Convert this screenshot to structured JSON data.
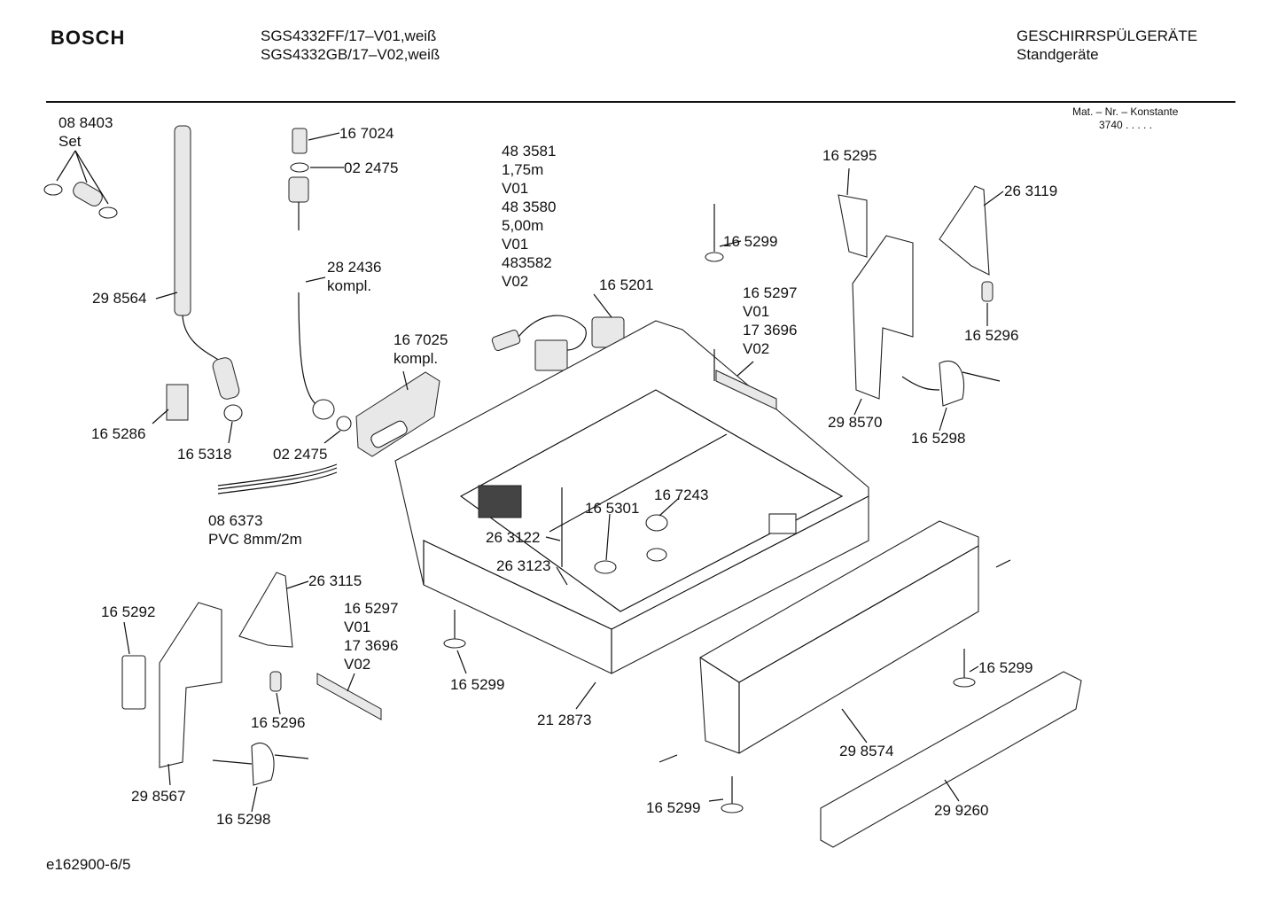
{
  "header": {
    "brand": "BOSCH",
    "model_lines": [
      "SGS4332FF/17–V01,weiß",
      "SGS4332GB/17–V02,weiß"
    ],
    "category_lines": [
      "GESCHIRRSPÜLGERÄTE",
      "Standgeräte"
    ],
    "mat_label": "Mat. – Nr. – Konstante",
    "mat_value": "3740  .  .  .  .  ."
  },
  "footer": {
    "code": "e162900-6/5"
  },
  "parts": [
    {
      "id": "p0880403",
      "lines": [
        "08 8403",
        "Set"
      ]
    },
    {
      "id": "p298564",
      "lines": [
        "29 8564"
      ]
    },
    {
      "id": "p167024",
      "lines": [
        "16 7024"
      ]
    },
    {
      "id": "p022475a",
      "lines": [
        "02 2475"
      ]
    },
    {
      "id": "p282436",
      "lines": [
        "28 2436",
        "kompl."
      ]
    },
    {
      "id": "p483581",
      "lines": [
        "48 3581",
        "1,75m",
        "V01",
        "48 3580",
        "5,00m",
        "V01",
        "483582",
        "V02"
      ]
    },
    {
      "id": "p165201",
      "lines": [
        "16 5201"
      ]
    },
    {
      "id": "p167025",
      "lines": [
        "16 7025",
        "kompl."
      ]
    },
    {
      "id": "p165286",
      "lines": [
        "16 5286"
      ]
    },
    {
      "id": "p165318",
      "lines": [
        "16 5318"
      ]
    },
    {
      "id": "p022475b",
      "lines": [
        "02 2475"
      ]
    },
    {
      "id": "p086373",
      "lines": [
        "08 6373",
        "PVC 8mm/2m"
      ]
    },
    {
      "id": "p165299a",
      "lines": [
        "16 5299"
      ]
    },
    {
      "id": "p165297a",
      "lines": [
        "16 5297",
        "V01",
        "17 3696",
        "V02"
      ]
    },
    {
      "id": "p165295",
      "lines": [
        "16 5295"
      ]
    },
    {
      "id": "p263119",
      "lines": [
        "26 3119"
      ]
    },
    {
      "id": "p165296a",
      "lines": [
        "16 5296"
      ]
    },
    {
      "id": "p298570",
      "lines": [
        "29 8570"
      ]
    },
    {
      "id": "p165298a",
      "lines": [
        "16 5298"
      ]
    },
    {
      "id": "p167243",
      "lines": [
        "16 7243"
      ]
    },
    {
      "id": "p165301",
      "lines": [
        "16 5301"
      ]
    },
    {
      "id": "p263122",
      "lines": [
        "26 3122"
      ]
    },
    {
      "id": "p263123",
      "lines": [
        "26 3123"
      ]
    },
    {
      "id": "p263115",
      "lines": [
        "26 3115"
      ]
    },
    {
      "id": "p165292",
      "lines": [
        "16 5292"
      ]
    },
    {
      "id": "p165297b",
      "lines": [
        "16 5297",
        "V01",
        "17 3696",
        "V02"
      ]
    },
    {
      "id": "p165296b",
      "lines": [
        "16 5296"
      ]
    },
    {
      "id": "p298567",
      "lines": [
        "29 8567"
      ]
    },
    {
      "id": "p165298b",
      "lines": [
        "16 5298"
      ]
    },
    {
      "id": "p165299b",
      "lines": [
        "16 5299"
      ]
    },
    {
      "id": "p212873",
      "lines": [
        "21 2873"
      ]
    },
    {
      "id": "p165299c",
      "lines": [
        "16 5299"
      ]
    },
    {
      "id": "p298574",
      "lines": [
        "29 8574"
      ]
    },
    {
      "id": "p165299d",
      "lines": [
        "16 5299"
      ]
    },
    {
      "id": "p299260",
      "lines": [
        "29 9260"
      ]
    }
  ]
}
